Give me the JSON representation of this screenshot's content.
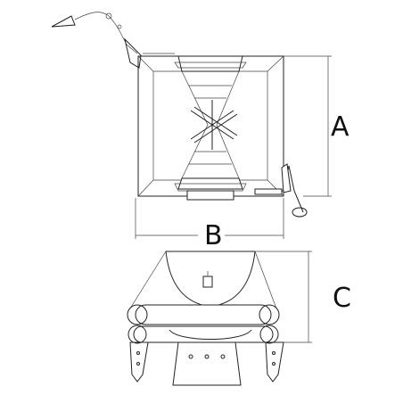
{
  "diagram": {
    "dimension_labels": {
      "a": "A",
      "b": "B",
      "c": "C"
    },
    "views": [
      "top-view",
      "side-view"
    ]
  }
}
